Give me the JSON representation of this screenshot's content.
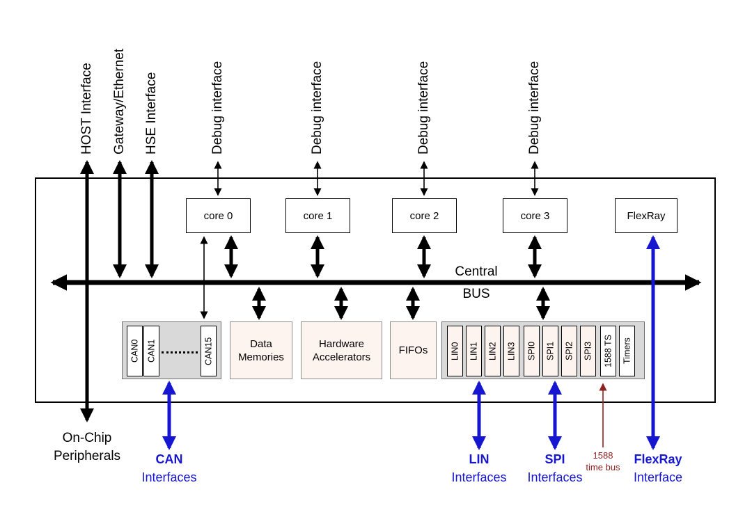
{
  "colors": {
    "accent_blue": "#1616d0",
    "dark_red": "#8e2222",
    "gray_fill": "#d9d9d9",
    "pink_fill": "#fdf3ef"
  },
  "top_interfaces": {
    "host": "HOST Interface",
    "gateway": "Gateway/Ethernet",
    "hse": "HSE Interface",
    "debug": "Debug interface"
  },
  "cores": [
    {
      "label": "core 0"
    },
    {
      "label": "core 1"
    },
    {
      "label": "core 2"
    },
    {
      "label": "core 3"
    }
  ],
  "flexray_box": "FlexRay",
  "bus": {
    "line1": "Central",
    "line2": "BUS"
  },
  "peripheral_blocks": {
    "can_group": {
      "boxes": [
        "CAN0",
        "CAN1",
        "CAN15"
      ]
    },
    "data_memories": {
      "line1": "Data",
      "line2": "Memories"
    },
    "hardware_accelerators": {
      "line1": "Hardware",
      "line2": "Accelerators"
    },
    "fifos": "FIFOs",
    "lin_spi_group": {
      "boxes": [
        "LIN0",
        "LIN1",
        "LIN2",
        "LIN3",
        "SPI0",
        "SPI1",
        "SPI2",
        "SPI3",
        "1588 TS",
        "Timers"
      ]
    }
  },
  "bottom_labels": {
    "on_chip": {
      "line1": "On-Chip",
      "line2": "Peripherals"
    },
    "can": {
      "line1": "CAN",
      "line2": "Interfaces"
    },
    "lin": {
      "line1": "LIN",
      "line2": "Interfaces"
    },
    "spi": {
      "line1": "SPI",
      "line2": "Interfaces"
    },
    "time_1588": {
      "line1": "1588",
      "line2": "time bus"
    },
    "flexray": {
      "line1": "FlexRay",
      "line2": "Interface"
    }
  }
}
